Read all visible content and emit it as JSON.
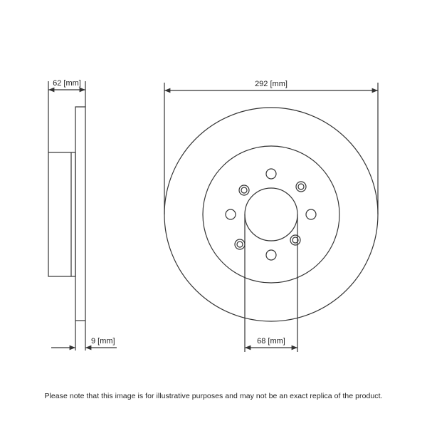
{
  "dimensions": {
    "side_width": "62 [mm]",
    "outer_diameter": "292 [mm]",
    "thickness": "9 [mm]",
    "center_bore": "68 [mm]"
  },
  "disclaimer": "Please note that this image is for illustrative purposes and may not be an exact replica of the product.",
  "colors": {
    "line": "#333333",
    "background": "#ffffff"
  }
}
